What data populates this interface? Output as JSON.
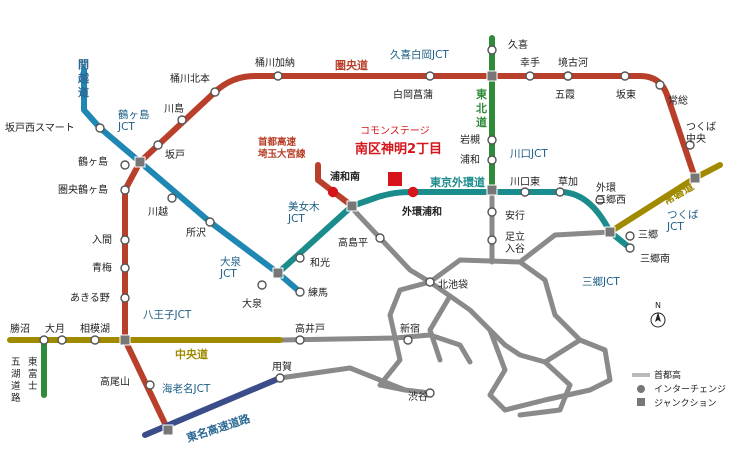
{
  "roads": {
    "ken_o": "圏央道",
    "kanetsu": "関越道",
    "tohoku": "東北道",
    "tokyo_gaikan": "東京外環道",
    "joban": "常磐道",
    "chuo": "中央道",
    "tomei": "東名高速道路",
    "shuto_saitama": "首都高速\n埼玉大宮線",
    "higashi_fuji": "東富士五湖道路"
  },
  "interchanges": {
    "kuki": "久喜",
    "satte": "幸手",
    "sakai_koga": "境古河",
    "goka": "五霞",
    "bando": "坂東",
    "joso": "常総",
    "tsukuba_chuo": "つくば\n中央",
    "okegawa_kano": "桶川加納",
    "okegawa_kitamoto": "桶川北本",
    "shiraoka_shobu": "白岡菖蒲",
    "kawajima": "川島",
    "sakado": "坂戸",
    "sakado_nishi_smart": "坂戸西スマート",
    "tsurugashima": "鶴ヶ島",
    "kenou_tsurugashima": "圏央鶴ヶ島",
    "iruma": "入間",
    "ome": "青梅",
    "akiruno": "あきる野",
    "takaosan": "高尾山",
    "iwatsuki": "岩槻",
    "urawa": "浦和",
    "kawaguchi_higashi": "川口東",
    "soka": "草加",
    "gaikan_misato_nishi": "外環\n三郷西",
    "misato": "三郷",
    "misato_minami": "三郷南",
    "yasuyuki": "安行",
    "adachi_iriya": "足立\n入谷",
    "kawagoe": "川越",
    "tokorozawa": "所沢",
    "wako": "和光",
    "nerima": "練馬",
    "oizumi": "大泉",
    "takashimadaira": "高島平",
    "kita_ikebukuro": "北池袋",
    "shinjuku": "新宿",
    "shibuya": "渋谷",
    "takaido": "高井戸",
    "youga": "用賀",
    "katsunuma": "勝沼",
    "otsuki": "大月",
    "sagamiko": "相模湖",
    "urawa_minami": "浦和南",
    "gaikan_urawa": "外環浦和"
  },
  "junctions": {
    "kuki_shiraoka": "久喜白岡JCT",
    "tsurugashima": "鶴ヶ島\nJCT",
    "kawaguchi": "川口JCT",
    "bijogi": "美女木\nJCT",
    "oizumi": "大泉\nJCT",
    "misato": "三郷JCT",
    "tsukuba": "つくば\nJCT",
    "hachioji": "八王子JCT",
    "ebina": "海老名JCT"
  },
  "property": {
    "caption": "コモンステージ",
    "name": "南区神明2丁目"
  },
  "legend": {
    "shutoko": "首都高",
    "interchange": "インターチェンジ",
    "junction": "ジャンクション",
    "north": "N"
  },
  "colors": {
    "ken_o": "#b8402a",
    "teal": "#1b8c8c",
    "kanetsu": "#1f87b3",
    "tohoku": "#2f8a3a",
    "chuo": "#a08a00",
    "tomei": "#3a4d8a",
    "shutoko": "#8a8a8a",
    "property": "#d7141a"
  }
}
